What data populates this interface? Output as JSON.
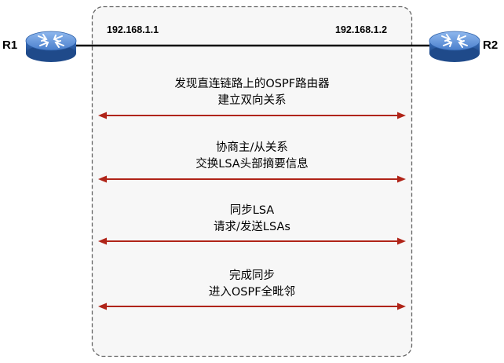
{
  "routers": {
    "left": {
      "label": "R1",
      "ip": "192.168.1.1",
      "icon": "router-icon"
    },
    "right": {
      "label": "R2",
      "ip": "192.168.1.2",
      "icon": "router-icon"
    }
  },
  "steps": [
    {
      "line1": "发现直连链路上的OSPF路由器",
      "line2": "建立双向关系"
    },
    {
      "line1": "协商主/从关系",
      "line2": "交换LSA头部摘要信息"
    },
    {
      "line1": "同步LSA",
      "line2": "请求/发送LSAs"
    },
    {
      "line1": "完成同步",
      "line2": "进入OSPF全毗邻"
    }
  ],
  "colors": {
    "arrow": "#b02418",
    "router_top": "#5b8fd6",
    "router_side": "#2c5fa8",
    "box_border": "#666666",
    "box_fill": "#f7f7f7"
  }
}
